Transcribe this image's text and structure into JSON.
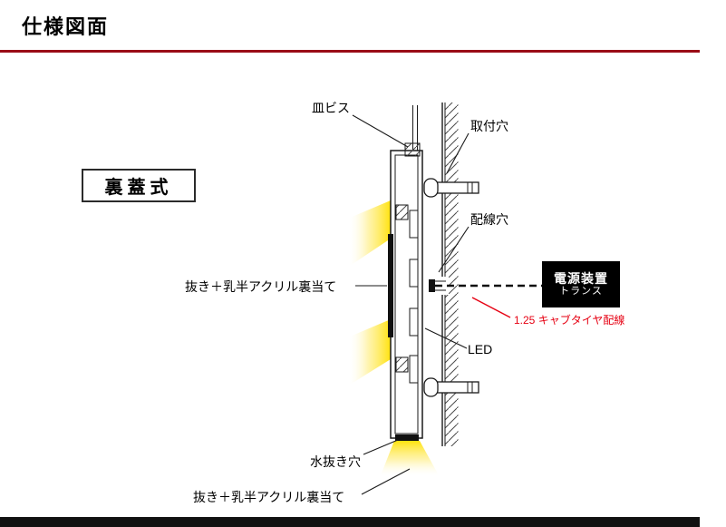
{
  "page": {
    "title": "仕様図面"
  },
  "diagram": {
    "type_box": "裏蓋式",
    "labels": {
      "screw": "皿ビス",
      "mounting_hole": "取付穴",
      "wiring_hole": "配線穴",
      "face_backing": "抜き＋乳半アクリル裏当て",
      "led": "LED",
      "drain_hole": "水抜き穴",
      "bottom_backing": "抜き＋乳半アクリル裏当て",
      "cable_note": "1.25 キャブタイヤ配線"
    },
    "power_unit": {
      "title": "電源装置",
      "subtitle": "トランス"
    }
  },
  "colors": {
    "header_rule": "#9a0b16",
    "accent_red": "#e60012",
    "glow_yellow": "#ffe100",
    "footer_bar": "#111111",
    "power_box_bg": "#000000"
  }
}
